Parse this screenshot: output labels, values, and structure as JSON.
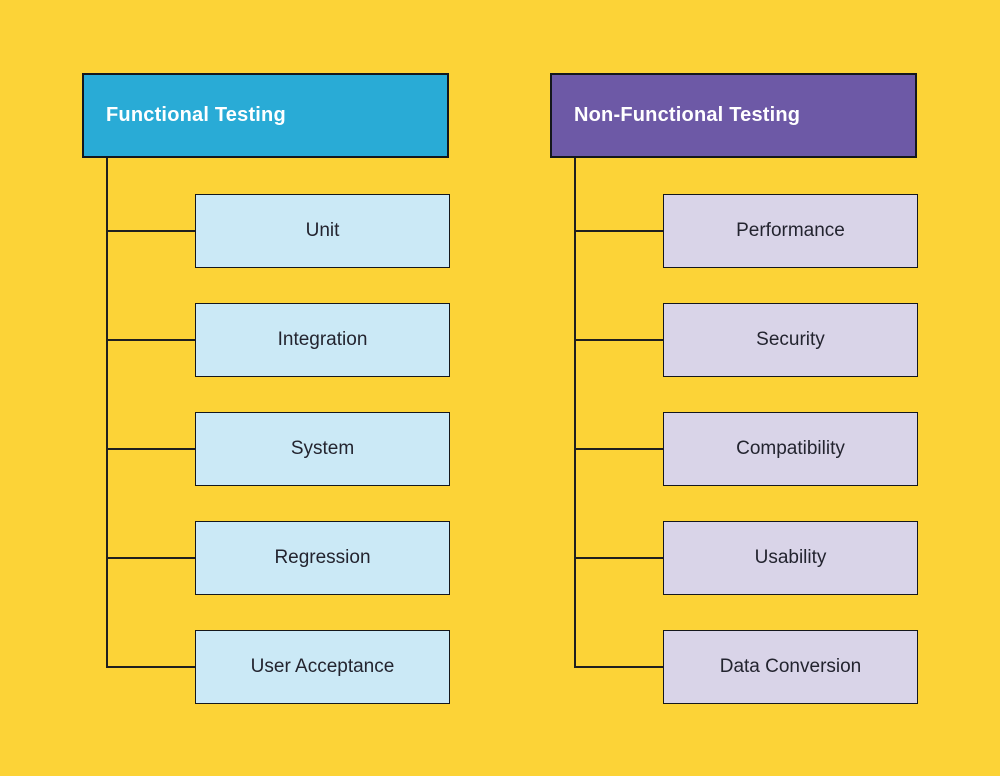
{
  "trees": [
    {
      "id": "functional-testing",
      "header": {
        "label": "Functional Testing"
      },
      "children": [
        {
          "label": "Unit"
        },
        {
          "label": "Integration"
        },
        {
          "label": "System"
        },
        {
          "label": "Regression"
        },
        {
          "label": "User Acceptance"
        }
      ]
    },
    {
      "id": "non-functional-testing",
      "header": {
        "label": "Non-Functional Testing"
      },
      "children": [
        {
          "label": "Performance"
        },
        {
          "label": "Security"
        },
        {
          "label": "Compatibility"
        },
        {
          "label": "Usability"
        },
        {
          "label": "Data Conversion"
        }
      ]
    }
  ],
  "colors": {
    "canvas-bg": "#FCD337",
    "functional-header-bg": "#29ABD6",
    "nonfunctional-header-bg": "#6D59A6",
    "functional-child-bg": "#CBE9F6",
    "nonfunctional-child-bg": "#D9D4E8",
    "header-text": "#FFFFFF",
    "child-text": "#23242F",
    "box-border": "#14171C",
    "connector": "#1F1F1F"
  }
}
